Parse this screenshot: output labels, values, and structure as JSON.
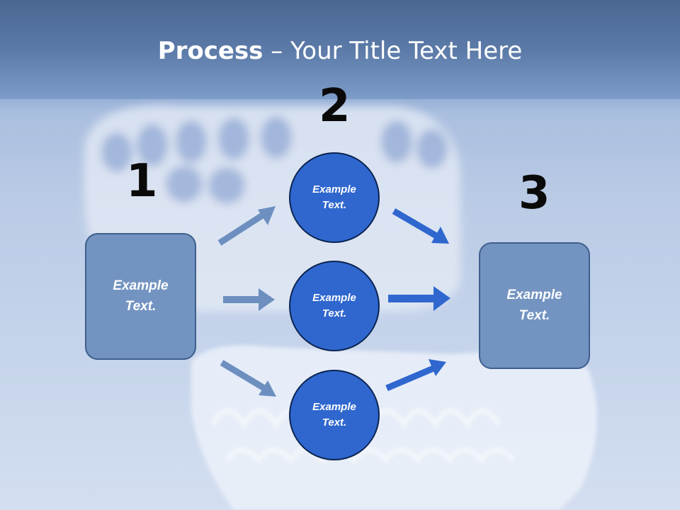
{
  "title": {
    "bold": "Process",
    "rest": " – Your Title Text Here"
  },
  "steps": {
    "one": "1",
    "two": "2",
    "three": "3"
  },
  "left_box": {
    "text": "Example Text."
  },
  "right_box": {
    "text": "Example Text."
  },
  "circles": [
    {
      "text": "Example Text."
    },
    {
      "text": "Example Text."
    },
    {
      "text": "Example Text."
    }
  ],
  "colors": {
    "circle_fill": "#2f67cf",
    "box_fill": "#7394c1",
    "arrow_light": "#6d8fc0",
    "arrow_dark": "#2f67cf"
  }
}
